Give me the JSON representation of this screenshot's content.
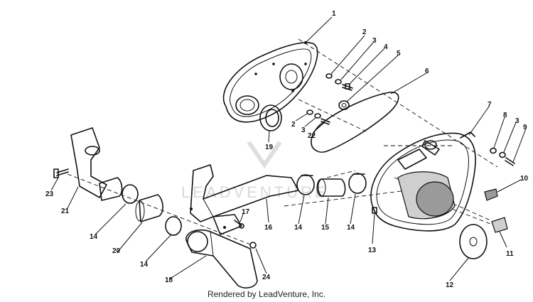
{
  "diagram": {
    "watermark_text": "LEADVENTURE",
    "credit": "Rendered by LeadVenture, Inc.",
    "callouts": [
      {
        "id": "c1",
        "label": "1"
      },
      {
        "id": "c2a",
        "label": "2"
      },
      {
        "id": "c3a",
        "label": "3"
      },
      {
        "id": "c4",
        "label": "4"
      },
      {
        "id": "c5",
        "label": "5"
      },
      {
        "id": "c6",
        "label": "6"
      },
      {
        "id": "c7",
        "label": "7"
      },
      {
        "id": "c8",
        "label": "8"
      },
      {
        "id": "c3b",
        "label": "3"
      },
      {
        "id": "c9",
        "label": "9"
      },
      {
        "id": "c10",
        "label": "10"
      },
      {
        "id": "c11",
        "label": "11"
      },
      {
        "id": "c12",
        "label": "12"
      },
      {
        "id": "c13",
        "label": "13"
      },
      {
        "id": "c14a",
        "label": "14"
      },
      {
        "id": "c15",
        "label": "15"
      },
      {
        "id": "c14b",
        "label": "14"
      },
      {
        "id": "c16",
        "label": "16"
      },
      {
        "id": "c17",
        "label": "17"
      },
      {
        "id": "c2b",
        "label": "2"
      },
      {
        "id": "c3c",
        "label": "3"
      },
      {
        "id": "c22",
        "label": "22"
      },
      {
        "id": "c19",
        "label": "19"
      },
      {
        "id": "c23",
        "label": "23"
      },
      {
        "id": "c21",
        "label": "21"
      },
      {
        "id": "c14c",
        "label": "14"
      },
      {
        "id": "c20",
        "label": "20"
      },
      {
        "id": "c14d",
        "label": "14"
      },
      {
        "id": "c18",
        "label": "18"
      },
      {
        "id": "c24",
        "label": "24"
      }
    ]
  }
}
